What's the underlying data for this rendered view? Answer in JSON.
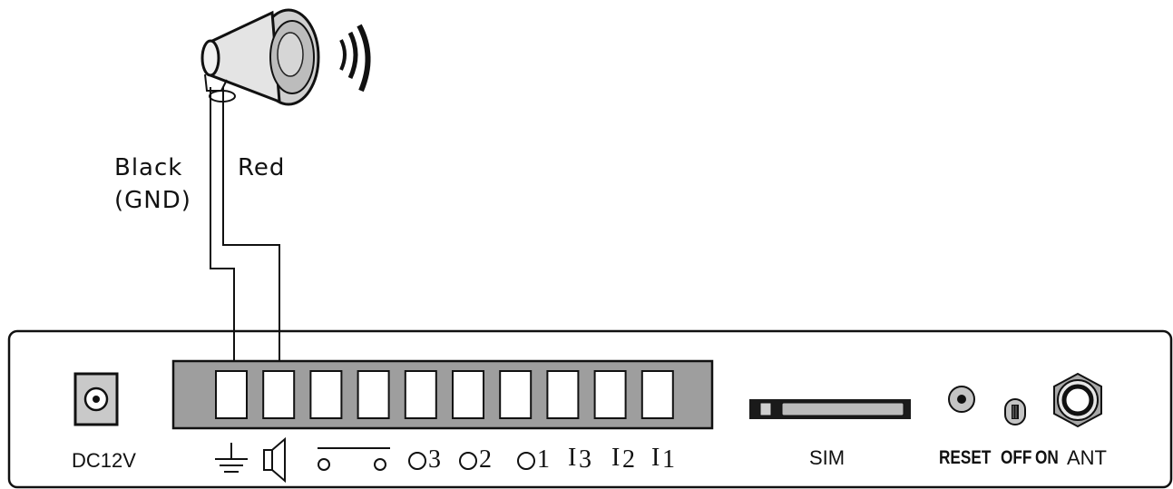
{
  "speaker": {
    "icon": "horn-speaker-icon"
  },
  "wires": {
    "black_label_line1": "Black",
    "black_label_line2": "(GND)",
    "red_label": "Red"
  },
  "panel": {
    "power_label": "DC12V",
    "terminal_count": 10,
    "terminal_labels": {
      "o3": "3",
      "o2": "2",
      "o1": "1",
      "i3": "3",
      "i2": "2",
      "i1": "1"
    },
    "sim_label": "SIM",
    "reset_label": "RESET",
    "off_label": "OFF",
    "on_label": "ON",
    "ant_label": "ANT"
  }
}
